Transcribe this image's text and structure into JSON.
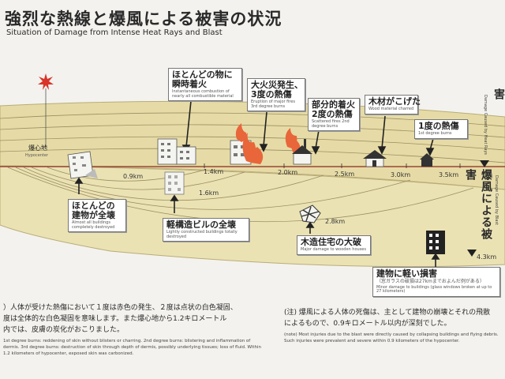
{
  "title": {
    "ja": "強烈な熱線と爆風による被害の状況",
    "en": "Situation of Damage from Intense Heat Rays and Blast"
  },
  "hypocenter": {
    "ja": "爆心地",
    "en": "Hypocenter"
  },
  "distances": {
    "d09": "0.9km",
    "d14": "1.4km",
    "d16": "1.6km",
    "d20": "2.0km",
    "d25": "2.5km",
    "d28": "2.8km",
    "d30": "3.0km",
    "d35": "3.5km",
    "d43": "4.3km"
  },
  "heat_labels": {
    "instant": {
      "ja1": "ほとんどの物に",
      "ja2": "瞬時着火",
      "en": "Instantaneous combustion of nearly all combustible material"
    },
    "fire": {
      "ja1": "大火災発生、",
      "ja2": "3度の熱傷",
      "en": "Eruption of major fires 3rd degree burns"
    },
    "partial": {
      "ja1": "部分的着火",
      "ja2": "2度の熱傷",
      "en": "Scattered fires 2nd degree burns"
    },
    "wood": {
      "ja1": "木材がこげた",
      "en": "Wood material charred"
    },
    "first": {
      "ja1": "1度の熱傷",
      "en": "1st degree burns"
    }
  },
  "blast_labels": {
    "collapse": {
      "ja1": "ほとんどの",
      "ja2": "建物が全壊",
      "en": "Almost all buildings completely destroyed"
    },
    "light_concrete": {
      "ja1": "軽構造ビルの全壊",
      "en": "Lightly constructed buildings totally destroyed"
    },
    "wooden": {
      "ja1": "木造住宅の大破",
      "en": "Major damage to wooden houses"
    },
    "minor": {
      "ja1": "建物に軽い損害",
      "ja2": "（窓ガラスの破損は27kmまでおよんだ例がある）",
      "en": "Minor damage to buildings (glass windows broken at up to 27 kilometers)"
    }
  },
  "side": {
    "heat": "熱線による被害",
    "heat_en": "Damage Caused by Heat Rays",
    "blast": "爆風による被害",
    "blast_en": "Damage Caused by Blast"
  },
  "notes": {
    "left": {
      "ja1": "）人体が受けた熱傷において１度は赤色の発生、２度は点状の白色凝固、",
      "ja2": "度は全体的な白色凝固を意味します。また爆心地から1.2キロメートル",
      "ja3": "内では、皮膚の炭化がおこりました。",
      "en": "1st degree burns: reddening of skin without blisters or charring.  2nd degree burns: blistering and inflammation of dermis.  3rd degree burns: destruction of skin through depth of dermis, possibly underlying tissues; loss of fluid.  Within 1.2 kilometers of hypocenter, exposed skin was carbonized."
    },
    "right": {
      "ja1": "(注) 爆風による人体の死傷は、主として建物の崩壊とそれの飛散",
      "ja2": "によるもので、0.9キロメートル以内が深刻でした。",
      "en": "(note) Most injuries due to the blast were directly caused by collapsing buildings and flying debris. Such injuries were prevalent and severe within 0.9 kilometers of the hypocenter."
    }
  },
  "colors": {
    "band": "#e6dba6",
    "band_edge": "#b9ac77",
    "fire": "#e8663a",
    "burst": "#d8342a",
    "text": "#2a2a2a"
  },
  "icons": [
    "explosion-burst-icon",
    "fire-icon",
    "house-icon",
    "building-icon",
    "ruined-building-icon"
  ]
}
